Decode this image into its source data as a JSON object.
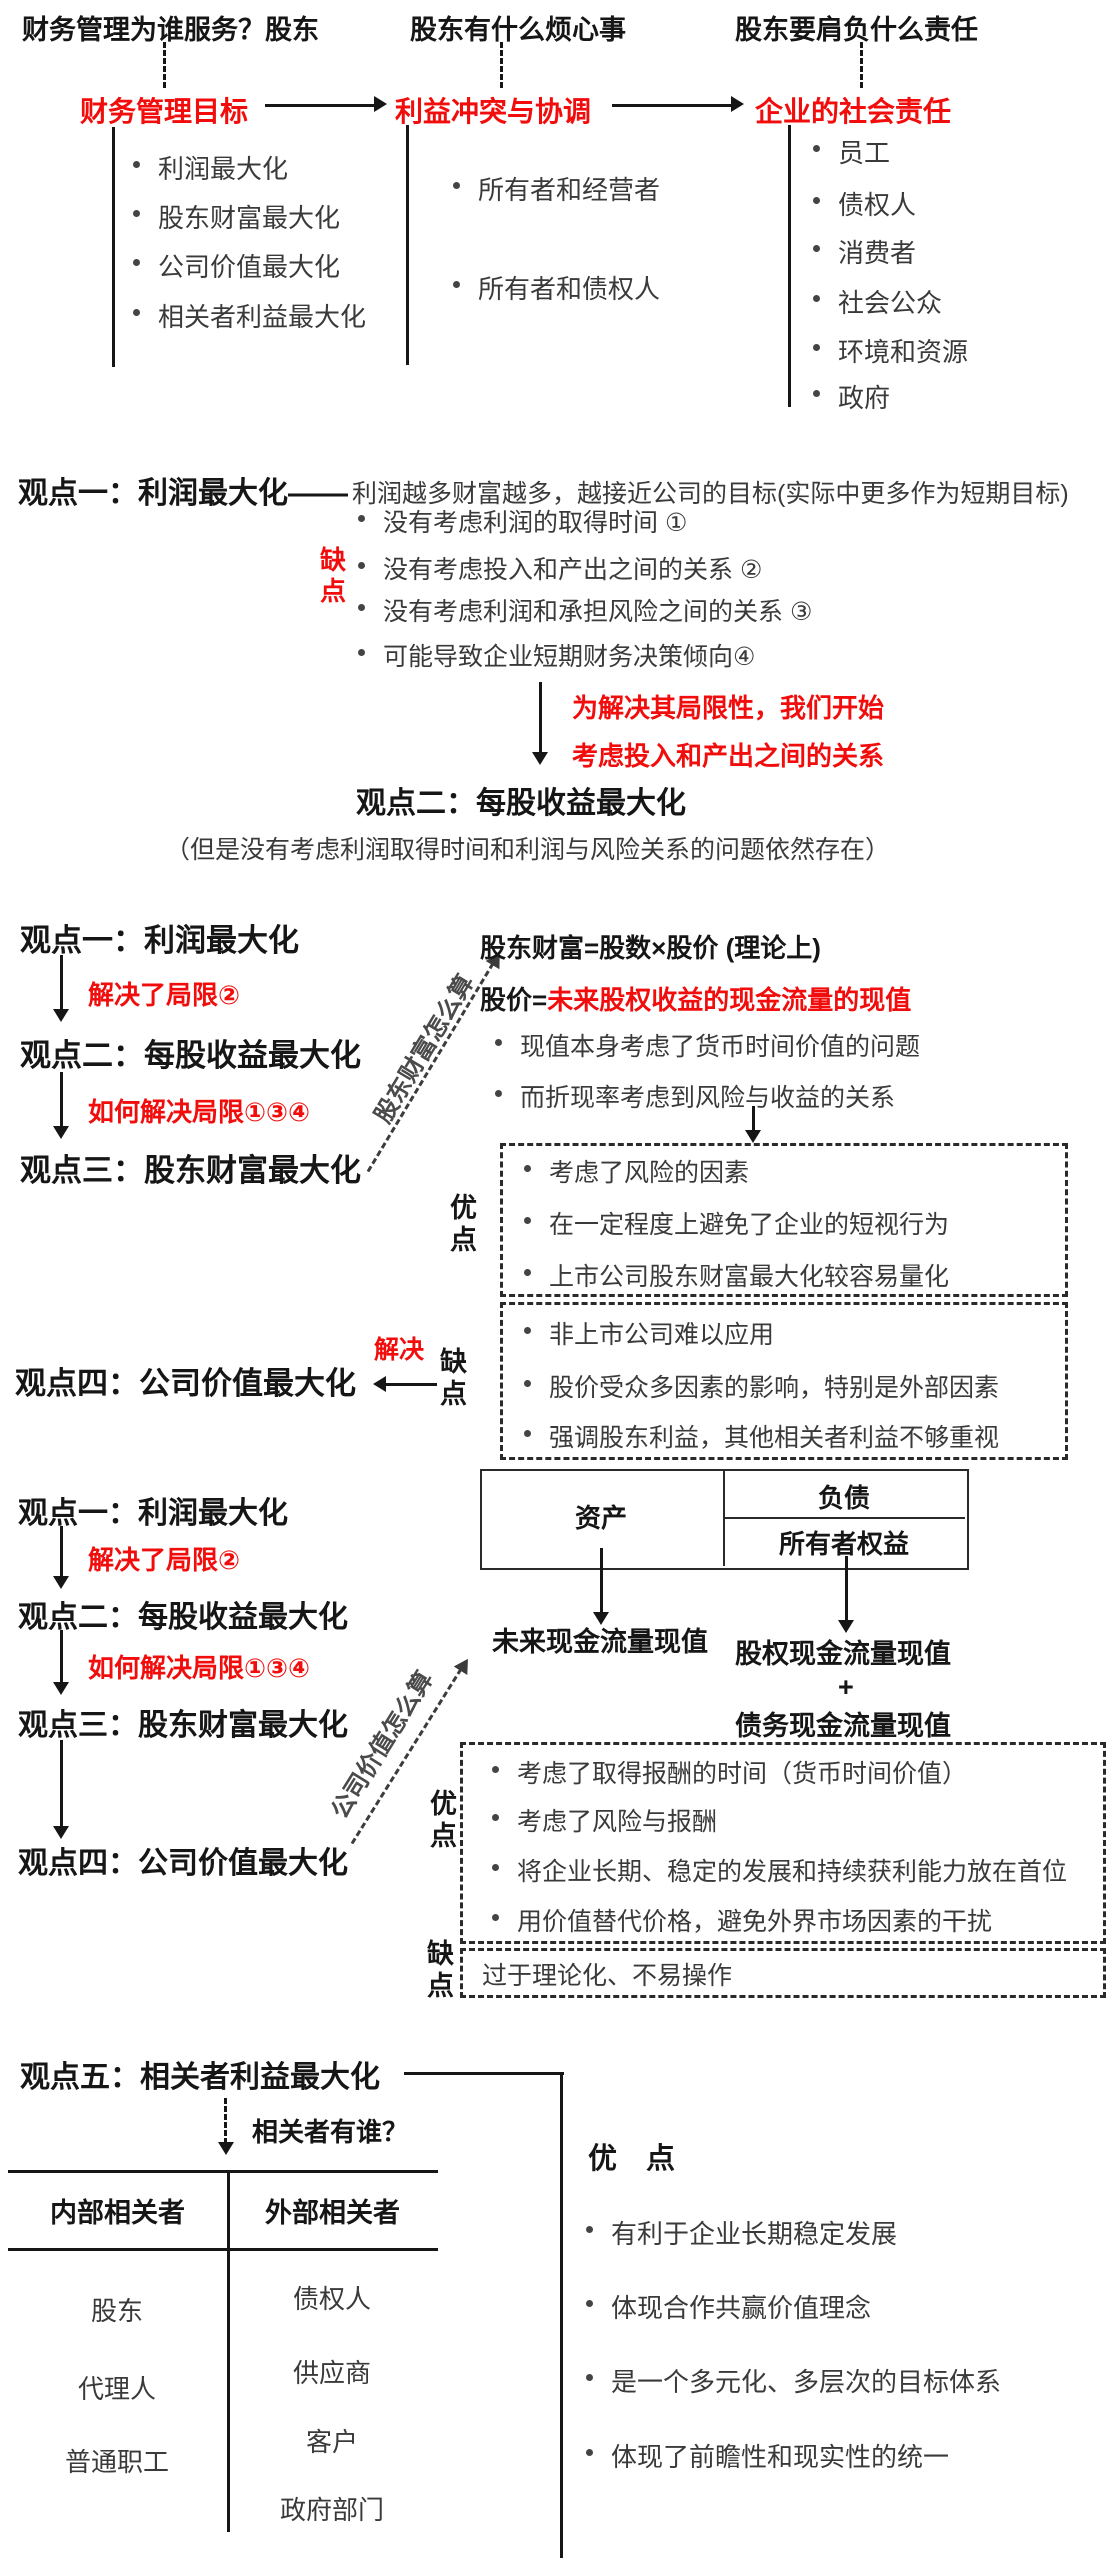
{
  "colors": {
    "red": "#f20d0d",
    "ink": "#161616",
    "body": "#3a3a3a"
  },
  "s1": {
    "col1": {
      "header": "财务管理为谁服务？股东",
      "title": "财务管理目标",
      "items": [
        "利润最大化",
        "股东财富最大化",
        "公司价值最大化",
        "相关者利益最大化"
      ]
    },
    "col2": {
      "header": "股东有什么烦心事",
      "title": "利益冲突与协调",
      "items": [
        "所有者和经营者",
        "所有者和债权人"
      ]
    },
    "col3": {
      "header": "股东要肩负什么责任",
      "title": "企业的社会责任",
      "items": [
        "员工",
        "债权人",
        "消费者",
        "社会公众",
        "环境和资源",
        "政府"
      ]
    }
  },
  "s2": {
    "heading": "观点一：利润最大化——",
    "note": "利润越多财富越多，越接近公司的目标(实际中更多作为短期目标)",
    "flaw_label": "缺点",
    "flaws": [
      "没有考虑利润的取得时间 ①",
      "没有考虑投入和产出之间的关系 ②",
      "没有考虑利润和承担风险之间的关系 ③",
      "可能导致企业短期财务决策倾向④"
    ],
    "transition1": "为解决其局限性，我们开始",
    "transition2": "考虑投入和产出之间的关系",
    "view2": "观点二：每股收益最大化",
    "view2_note": "（但是没有考虑利润取得时间和利润与风险关系的问题依然存在）"
  },
  "s3": {
    "view1": "观点一：利润最大化",
    "fix1": "解决了局限②",
    "view2": "观点二：每股收益最大化",
    "fix2": "如何解决局限①③④",
    "view3": "观点三：股东财富最大化",
    "calc_label": "股东财富怎么算",
    "formula1": "股东财富=股数×股价 (理论上)",
    "formula2_prefix": "股价=",
    "formula2_value": "未来股权收益的现金流量的现值",
    "notes": [
      "现值本身考虑了货币时间价值的问题",
      "而折现率考虑到风险与收益的关系"
    ],
    "pros_label": "优点",
    "pros": [
      "考虑了风险的因素",
      "在一定程度上避免了企业的短视行为",
      "上市公司股东财富最大化较容易量化"
    ],
    "cons_label": "缺点",
    "cons": [
      "非上市公司难以应用",
      "股价受众多因素的影响，特别是外部因素",
      "强调股东利益，其他相关者利益不够重视"
    ],
    "solve_label": "解决",
    "view4": "观点四：公司价值最大化"
  },
  "s4": {
    "view1": "观点一：利润最大化",
    "fix1": "解决了局限②",
    "view2": "观点二：每股收益最大化",
    "fix2": "如何解决局限①③④",
    "view3": "观点三：股东财富最大化",
    "view4": "观点四：公司价值最大化",
    "calc_label": "公司价值怎么算",
    "table": {
      "asset": "资产",
      "liability": "负债",
      "equity": "所有者权益"
    },
    "asset_value": "未来现金流量现值",
    "equity_value": "股权现金流量现值",
    "plus": "+",
    "debt_value": "债务现金流量现值",
    "pros_label": "优点",
    "pros": [
      "考虑了取得报酬的时间（货币时间价值）",
      "考虑了风险与报酬",
      "将企业长期、稳定的发展和持续获利能力放在首位",
      "用价值替代价格，避免外界市场因素的干扰"
    ],
    "cons_label": "缺点",
    "cons": [
      "过于理论化、不易操作"
    ]
  },
  "s5": {
    "heading": "观点五：相关者利益最大化",
    "who_label": "相关者有谁？",
    "table": {
      "left_header": "内部相关者",
      "right_header": "外部相关者",
      "left_items": [
        "股东",
        "代理人",
        "普通职工"
      ],
      "right_items": [
        "债权人",
        "供应商",
        "客户",
        "政府部门"
      ]
    },
    "pros_title": "优　点",
    "pros": [
      "有利于企业长期稳定发展",
      "体现合作共赢价值理念",
      "是一个多元化、多层次的目标体系",
      "体现了前瞻性和现实性的统一"
    ]
  }
}
